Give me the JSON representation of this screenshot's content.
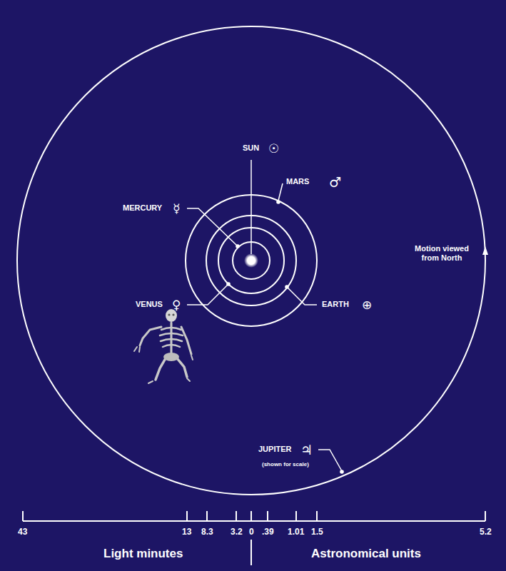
{
  "diagram": {
    "labels": [
      "SUN",
      "☉",
      "MERCURY",
      "☿",
      "MARS",
      "♂",
      "VENUS",
      "♀",
      "EARTH",
      "⊕",
      "Motion viewed from North",
      "JUPITER",
      "♃",
      "(shown for scale)",
      "43",
      "13",
      "8.3",
      "3.2",
      "0",
      ".39",
      "1.01",
      "1.5",
      "5.2",
      "Light minutes",
      "Astronomical units"
    ]
  }
}
